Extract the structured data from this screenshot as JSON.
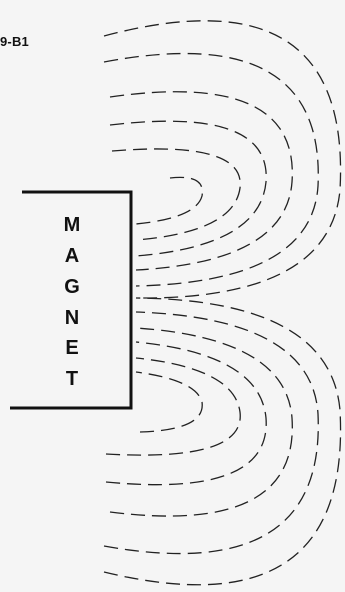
{
  "figure": {
    "label": "9-B1",
    "magnet_letters": [
      "M",
      "A",
      "G",
      "N",
      "E",
      "T"
    ],
    "line_color": "#222222",
    "background_color": "#f5f5f5"
  }
}
